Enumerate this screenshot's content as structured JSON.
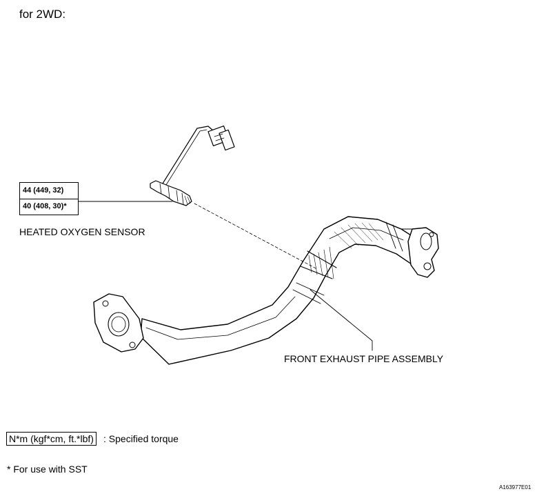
{
  "heading": "for 2WD:",
  "sensor": {
    "torque_values": [
      "44 (449, 32)",
      "40 (408, 30)*"
    ],
    "label": "HEATED OXYGEN SENSOR"
  },
  "pipe": {
    "label": "FRONT EXHAUST PIPE ASSEMBLY"
  },
  "legend": {
    "unit_box": "N*m (kgf*cm, ft.*lbf)",
    "unit_desc": ": Specified torque",
    "sst_note": "* For use with SST"
  },
  "reference_code": "A163977E01"
}
